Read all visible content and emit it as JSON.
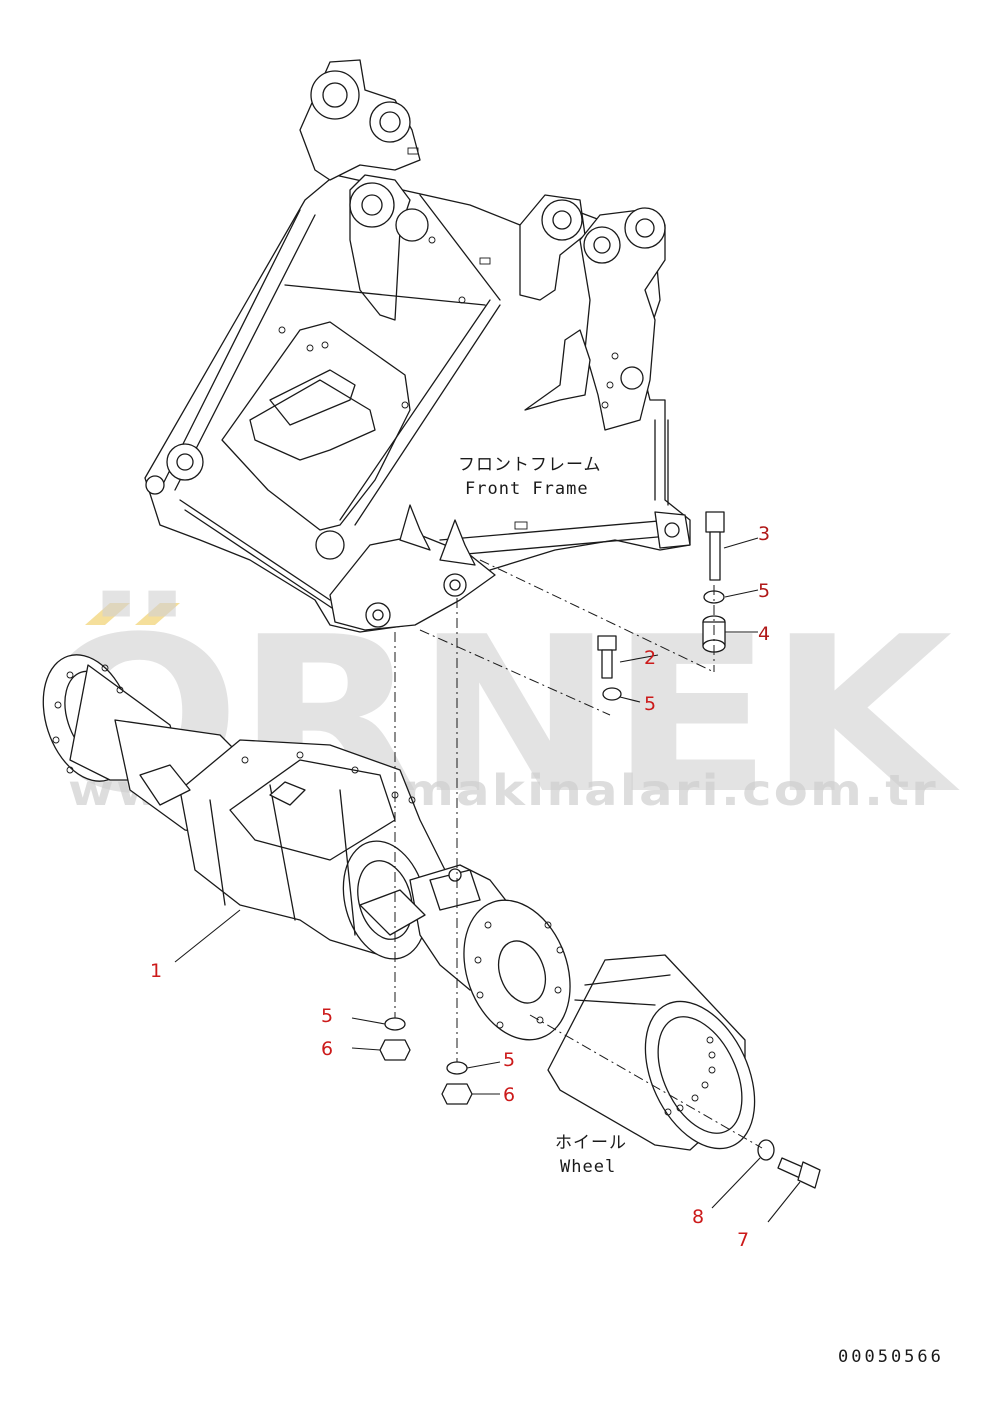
{
  "labels": {
    "front_frame_jp": "フロントフレーム",
    "front_frame_en": "Front Frame",
    "wheel_jp": "ホイール",
    "wheel_en": "Wheel"
  },
  "callouts": [
    {
      "id": "c1",
      "num": "1"
    },
    {
      "id": "c2",
      "num": "2"
    },
    {
      "id": "c3",
      "num": "3"
    },
    {
      "id": "c4",
      "num": "4"
    },
    {
      "id": "c5a",
      "num": "5"
    },
    {
      "id": "c5b",
      "num": "5"
    },
    {
      "id": "c5c",
      "num": "5"
    },
    {
      "id": "c5d",
      "num": "5"
    },
    {
      "id": "c6a",
      "num": "6"
    },
    {
      "id": "c6b",
      "num": "6"
    },
    {
      "id": "c7",
      "num": "7"
    },
    {
      "id": "c8",
      "num": "8"
    }
  ],
  "watermark": {
    "brand": "ÖRNEK",
    "url": "www.ornekmakinalari.com.tr"
  },
  "drawing_code": "00050566",
  "colors": {
    "line": "#1a1a1a",
    "callout": "#cc1a1a",
    "watermark": "#d2d2d2",
    "watermark_accent": "#f3d98a"
  }
}
